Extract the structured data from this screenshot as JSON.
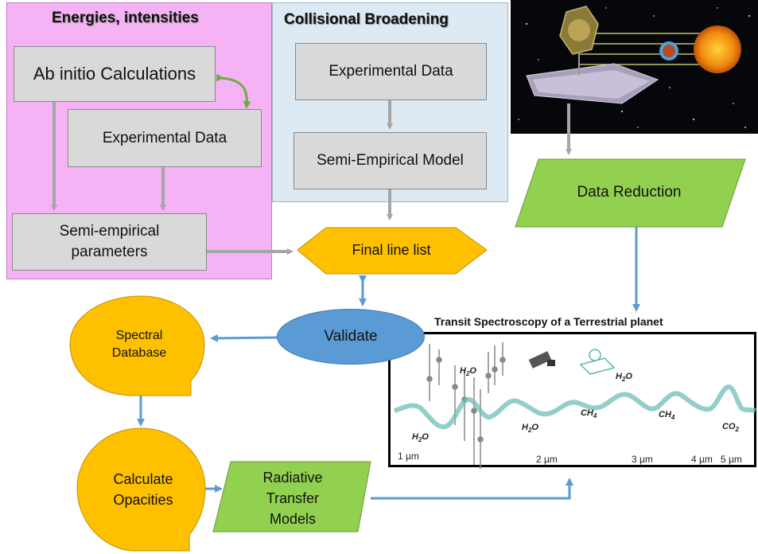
{
  "panels": {
    "energies_title": "Energies, intensities",
    "collisional_title": "Collisional Broadening"
  },
  "boxes": {
    "ab_initio": "Ab initio Calculations",
    "experimental_data_left": "Experimental Data",
    "semi_empirical_parameters_line1": "Semi-empirical",
    "semi_empirical_parameters_line2": "parameters",
    "experimental_data_right": "Experimental Data",
    "semi_empirical_model": "Semi-Empirical Model",
    "final_line_list": "Final line list",
    "data_reduction": "Data Reduction",
    "validate": "Validate",
    "spectral_database_line1": "Spectral",
    "spectral_database_line2": "Database",
    "calculate_opacities_line1": "Calculate",
    "calculate_opacities_line2": "Opacities",
    "rt_line1": "Radiative",
    "rt_line2": "Transfer",
    "rt_line3": "Models"
  },
  "spectrum": {
    "title": "Transit Spectroscopy of a Terrestrial planet",
    "molecule_labels": [
      {
        "mol": "H",
        "sub": "2",
        "rest": "O"
      },
      {
        "mol": "H",
        "sub": "2",
        "rest": "O"
      },
      {
        "mol": "H",
        "sub": "2",
        "rest": "O"
      },
      {
        "mol": "CH",
        "sub": "4",
        "rest": ""
      },
      {
        "mol": "H",
        "sub": "2",
        "rest": "O"
      },
      {
        "mol": "CH",
        "sub": "4",
        "rest": ""
      },
      {
        "mol": "CO",
        "sub": "2",
        "rest": ""
      }
    ],
    "ticks": [
      "1 µm",
      "2 µm",
      "3 µm",
      "4 µm",
      "5 µm"
    ]
  },
  "colors": {
    "pink_panel": "#f5b3f5",
    "blue_panel": "#dde9f3",
    "gray_box": "#d9d9d9",
    "orange": "#ffc000",
    "green": "#92d050",
    "blue_ellipse": "#5b9bd5",
    "arrow_gray": "#a6a6a6",
    "arrow_blue": "#5b9bd5",
    "spectrum": "#6fbdb8"
  },
  "icons": [
    "telescope-image-icon",
    "sun-icon",
    "planet-icon"
  ]
}
